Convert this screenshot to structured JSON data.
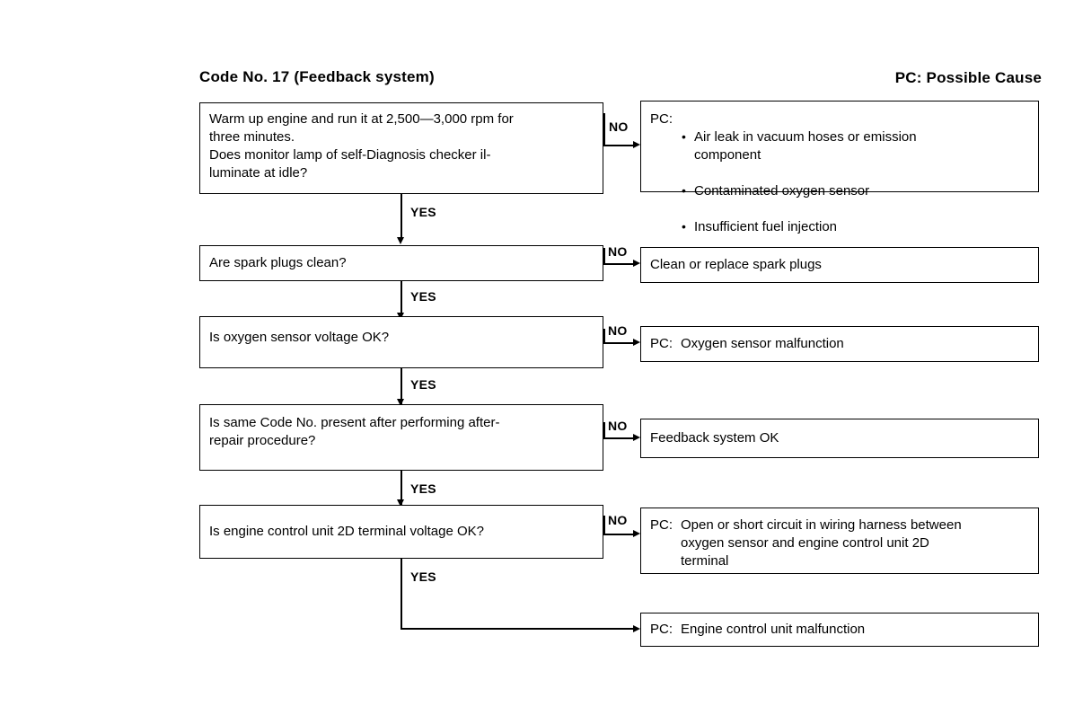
{
  "header": {
    "title_left": "Code No. 17 (Feedback system)",
    "title_right": "PC: Possible Cause"
  },
  "labels": {
    "yes": "YES",
    "no": "NO"
  },
  "steps": [
    {
      "question": "Warm up engine and run it at 2,500—3,000 rpm for\nthree minutes.\nDoes monitor lamp of self-Diagnosis checker il-\nluminate at idle?",
      "branch_label": "NO",
      "next_label": "YES",
      "result": {
        "prefix": "PC:",
        "bullets": [
          "Air leak in vacuum hoses or emission\ncomponent",
          "Contaminated oxygen sensor",
          "Insufficient fuel injection"
        ]
      }
    },
    {
      "question": "Are spark plugs clean?",
      "branch_label": "NO",
      "next_label": "YES",
      "result": {
        "prefix": "",
        "text": "Clean or replace spark plugs"
      }
    },
    {
      "question": "Is oxygen sensor voltage OK?",
      "branch_label": "NO",
      "next_label": "YES",
      "result": {
        "prefix": "PC:",
        "text": "Oxygen sensor malfunction"
      }
    },
    {
      "question": "Is same Code No. present after performing after-\nrepair procedure?",
      "branch_label": "NO",
      "next_label": "YES",
      "result": {
        "prefix": "",
        "text": "Feedback system OK"
      }
    },
    {
      "question": "Is engine control unit 2D terminal voltage OK?",
      "branch_label": "NO",
      "next_label": "YES",
      "result": {
        "prefix": "PC:",
        "text": "Open or short circuit in wiring harness between\noxygen sensor and engine control unit 2D\nterminal"
      }
    }
  ],
  "final": {
    "prefix": "PC:",
    "text": "Engine control unit malfunction"
  }
}
